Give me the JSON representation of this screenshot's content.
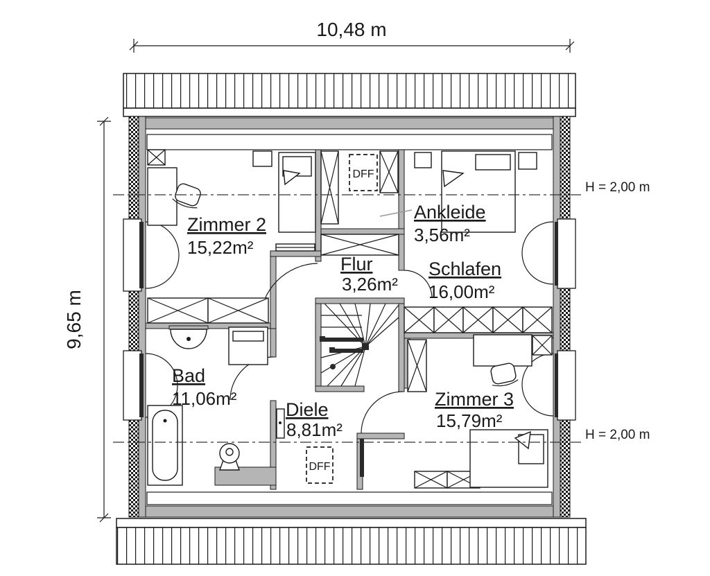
{
  "dims": {
    "width_label": "10,48 m",
    "height_label": "9,65 m"
  },
  "rooms": {
    "zimmer2": {
      "name": "Zimmer 2",
      "area": "15,22m²"
    },
    "ankleide": {
      "name": "Ankleide",
      "area": "3,56m²"
    },
    "flur": {
      "name": "Flur",
      "area": "3,26m²"
    },
    "schlafen": {
      "name": "Schlafen",
      "area": "16,00m²"
    },
    "bad": {
      "name": "Bad",
      "area": "11,06m²"
    },
    "diele": {
      "name": "Diele",
      "area": "8,81m²"
    },
    "zimmer3": {
      "name": "Zimmer 3",
      "area": "15,79m²"
    }
  },
  "ann": {
    "h_top": "H = 2,00 m",
    "h_bottom": "H = 2,00 m",
    "dff_top": "DFF",
    "dff_bottom": "DFF"
  },
  "colors": {
    "wall_fill": "#b5b5b5",
    "line": "#1a1a1a",
    "background": "#ffffff"
  }
}
